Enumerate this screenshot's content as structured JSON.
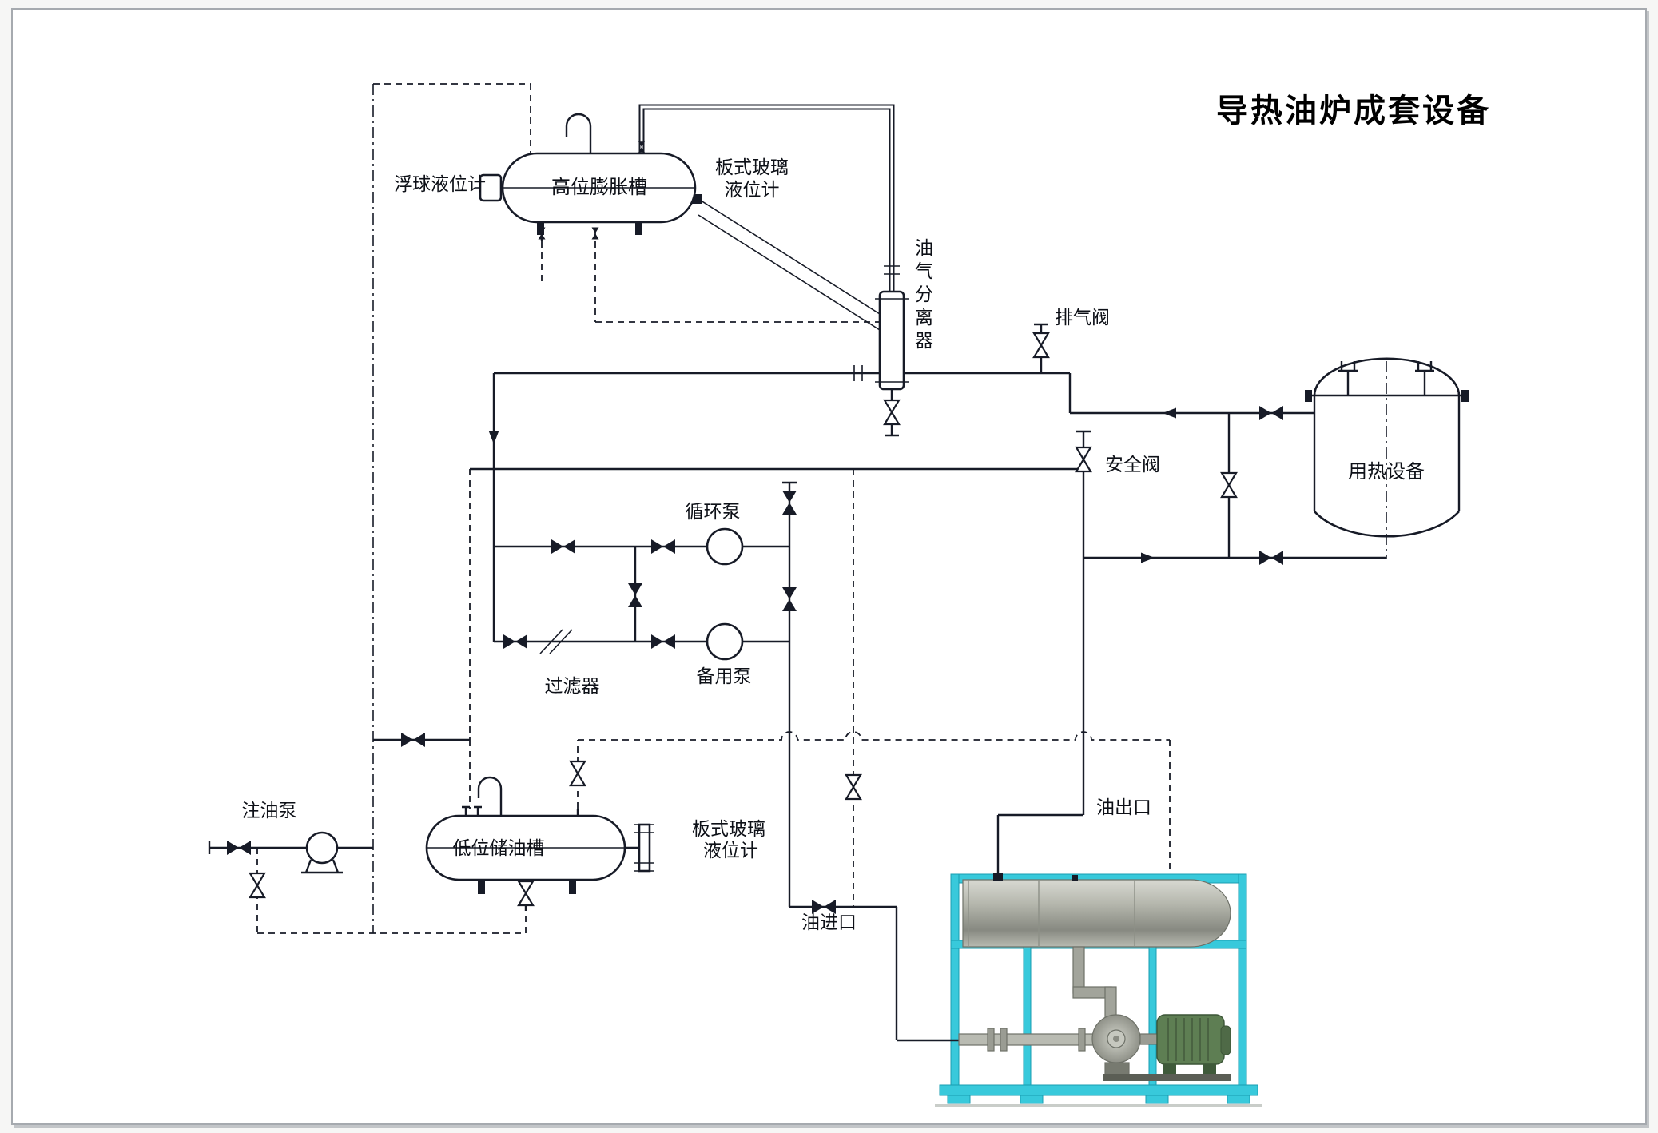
{
  "title": "导热油炉成套设备",
  "labels": {
    "float_level_gauge": "浮球液位计",
    "high_expansion_tank": "高位膨胀槽",
    "plate_glass_gauge_top": {
      "line1": "板式玻璃",
      "line2": "液位计"
    },
    "oil_gas_separator": "油气分离器",
    "exhaust_valve": "排气阀",
    "heat_consumer": "用热设备",
    "safety_valve": "安全阀",
    "circulation_pump": "循环泵",
    "standby_pump": "备用泵",
    "filter": "过滤器",
    "oil_injection_pump": "注油泵",
    "low_oil_storage_tank": "低位储油槽",
    "plate_glass_gauge_bottom": {
      "line1": "板式玻璃",
      "line2": "液位计"
    },
    "oil_outlet": "油出口",
    "oil_inlet": "油进口"
  },
  "colors": {
    "line": "#171b27",
    "skid_frame": "#38c9db",
    "motor_green": "#5e7e53",
    "furnace_body_light": "#d8d9d2",
    "furnace_body_dark": "#878981",
    "background": "#ffffff"
  }
}
